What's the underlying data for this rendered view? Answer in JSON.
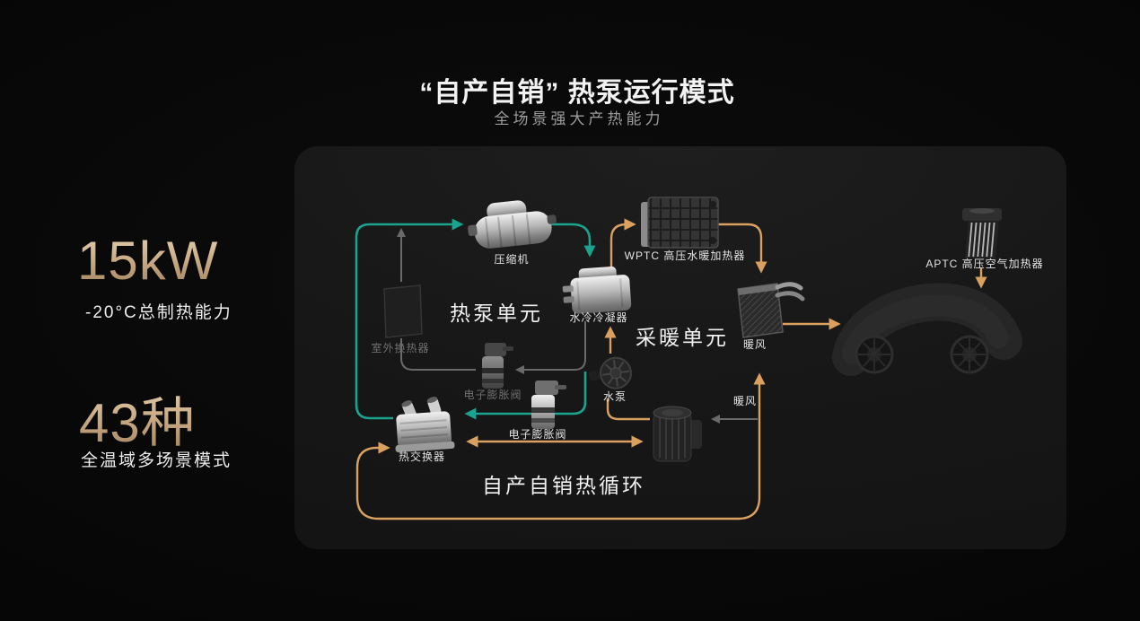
{
  "slide": {
    "title": "“自产自销” 热泵运行模式",
    "subtitle": "全场景强大产热能力"
  },
  "stats": [
    {
      "value": "15kW",
      "label": "-20°C总制热能力"
    },
    {
      "value": "43种",
      "label": "全温域多场景模式"
    }
  ],
  "diagram": {
    "sections": {
      "heat_pump_unit": "热泵单元",
      "heating_unit": "采暖单元",
      "self_cycle": "自产自销热循环"
    },
    "components": {
      "compressor": "压缩机",
      "wptc_heater": "WPTC 高压水暖加热器",
      "aptc_heater": "APTC 高压空气加热器",
      "condenser": "水冷冷凝器",
      "outdoor_heat_exchanger": "室外换热器",
      "expansion_valve_upper": "电子膨胀阀",
      "expansion_valve_lower": "电子膨胀阀",
      "water_pump": "水泵",
      "heater_core": "暖风",
      "warm_air_flow": "暖风",
      "heat_exchanger": "热交换器"
    },
    "colors": {
      "refrigerant_loop": "#1aa38e",
      "coolant_loop": "#d9a05f",
      "inactive_line": "#6a6a6a",
      "accent_gold": "#c9ab83"
    }
  }
}
